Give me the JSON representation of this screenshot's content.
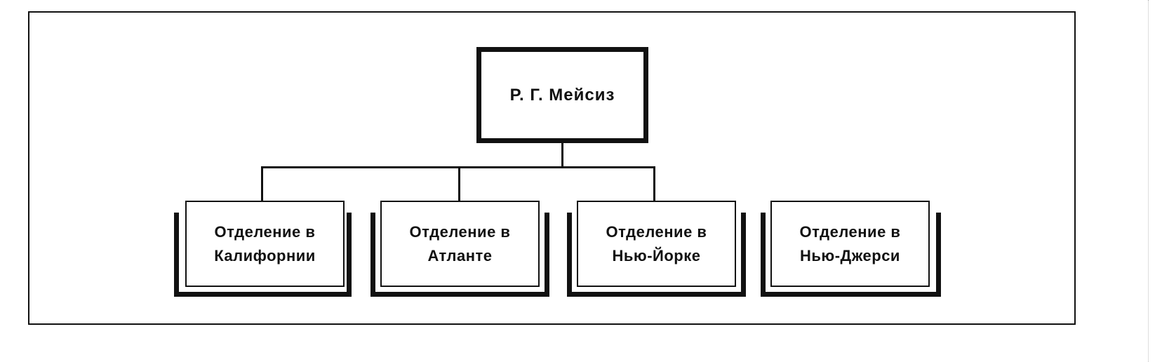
{
  "org_chart": {
    "root": {
      "label": "Р. Г. Мейсиз"
    },
    "children": [
      {
        "line1": "Отделение в",
        "line2": "Калифорнии"
      },
      {
        "line1": "Отделение в",
        "line2": "Атланте"
      },
      {
        "line1": "Отделение в",
        "line2": "Нью-Йорке"
      },
      {
        "line1": "Отделение в",
        "line2": "Нью-Джерси"
      }
    ]
  },
  "colors": {
    "line": "#111111",
    "background": "#ffffff"
  }
}
